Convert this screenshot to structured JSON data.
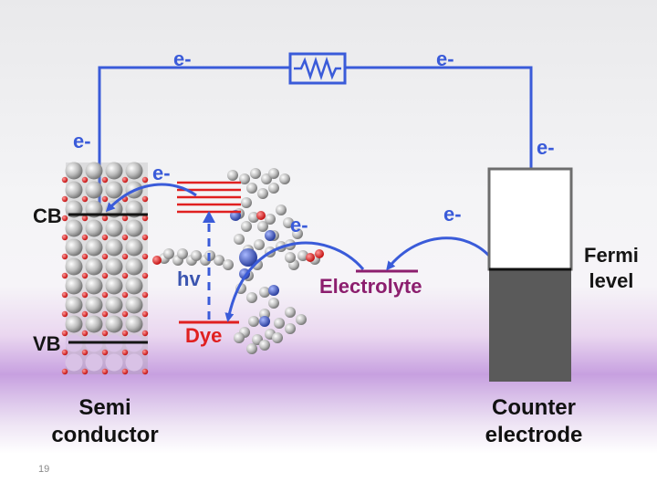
{
  "circuit": {
    "electron_top_left": "e-",
    "electron_top_right": "e-",
    "electron_left_wire": "e-",
    "electron_right_wire": "e-"
  },
  "semiconductor": {
    "electron_label": "e-",
    "cb_label": "CB",
    "vb_label": "VB",
    "title_line1": "Semi",
    "title_line2": "conductor"
  },
  "dye": {
    "hv_label": "hv",
    "dye_label": "Dye",
    "electron_label": "e-"
  },
  "electrolyte": {
    "label": "Electrolyte",
    "electron_label": "e-"
  },
  "counter_electrode": {
    "fermi_line1": "Fermi",
    "fermi_line2": "level",
    "title_line1": "Counter",
    "title_line2": "electrode"
  },
  "slide": {
    "number": "19"
  },
  "colors": {
    "wire_blue": "#3a5bd9",
    "dye_red": "#e02020",
    "electrolyte_purple": "#8c1e6e",
    "electrode_dark": "#5a5a5a"
  }
}
